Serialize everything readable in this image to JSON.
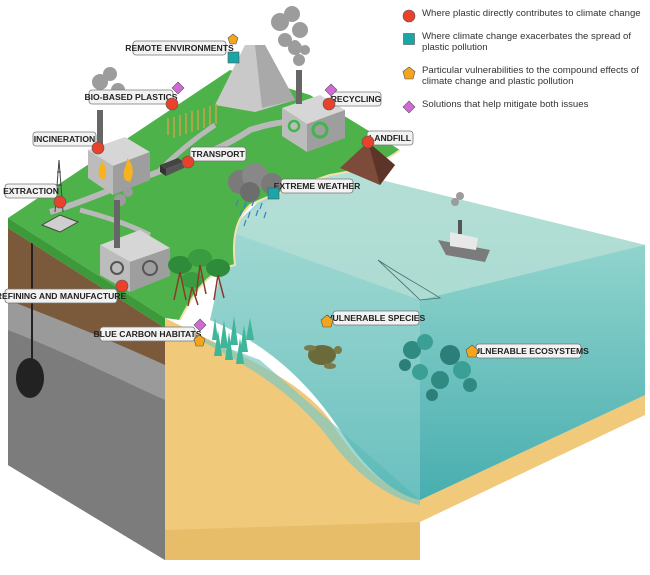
{
  "legend": [
    {
      "marker": "red-circle",
      "color": "#e8412c",
      "text": "Where plastic directly contributes to climate change"
    },
    {
      "marker": "teal-square",
      "color": "#1aa5a6",
      "text": "Where climate change exacerbates the spread of plastic pollution"
    },
    {
      "marker": "orange-pentagon",
      "color": "#f3a51d",
      "text": "Particular vulnerabilities to the compound effects of climate change and plastic pollution"
    },
    {
      "marker": "pink-diamond",
      "color": "#d16ad6",
      "text": "Solutions that help mitigate both issues"
    }
  ],
  "labels": {
    "remote_environments": "REMOTE ENVIRONMENTS",
    "bio_based_plastics": "BIO-BASED PLASTICS",
    "recycling": "RECYCLING",
    "incineration": "INCINERATION",
    "landfill": "LANDFILL",
    "transport": "TRANSPORT",
    "extraction": "EXTRACTION",
    "extreme_weather": "EXTREME WEATHER",
    "refining_and_manufacture": "REFINING AND MANUFACTURE",
    "blue_carbon_habitats": "BLUE CARBON HABITATS",
    "vulnerable_species": "VULNERABLE SPECIES",
    "vulnerable_ecosystems": "VULNERABLE ECOSYSTEMS"
  }
}
